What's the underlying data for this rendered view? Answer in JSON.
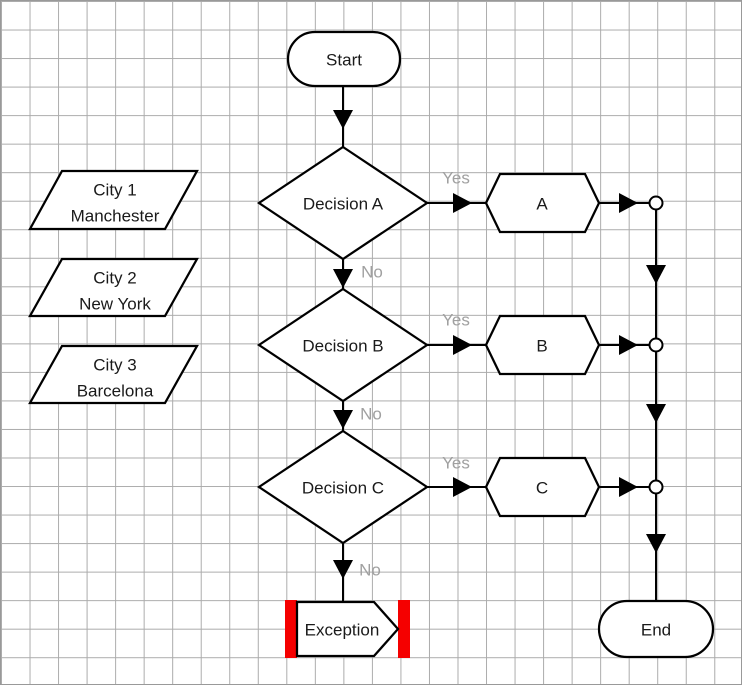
{
  "nodes": {
    "start": "Start",
    "decision_a": "Decision A",
    "decision_b": "Decision B",
    "decision_c": "Decision C",
    "result_a": "A",
    "result_b": "B",
    "result_c": "C",
    "exception": "Exception",
    "end": "End"
  },
  "inputs": [
    {
      "line1": "City 1",
      "line2": "Manchester"
    },
    {
      "line1": "City 2",
      "line2": "New York"
    },
    {
      "line1": "City 3",
      "line2": "Barcelona"
    }
  ],
  "edge_labels": {
    "yes_a": "Yes",
    "no_a": "No",
    "yes_b": "Yes",
    "no_b": "No",
    "yes_c": "Yes",
    "no_c": "No"
  },
  "colors": {
    "shape_stroke": "#000000",
    "shape_fill": "#ffffff",
    "edge_label_gray": "#a0a0a0",
    "exception_accent_red": "#f50000",
    "grid_line": "#ababab"
  }
}
